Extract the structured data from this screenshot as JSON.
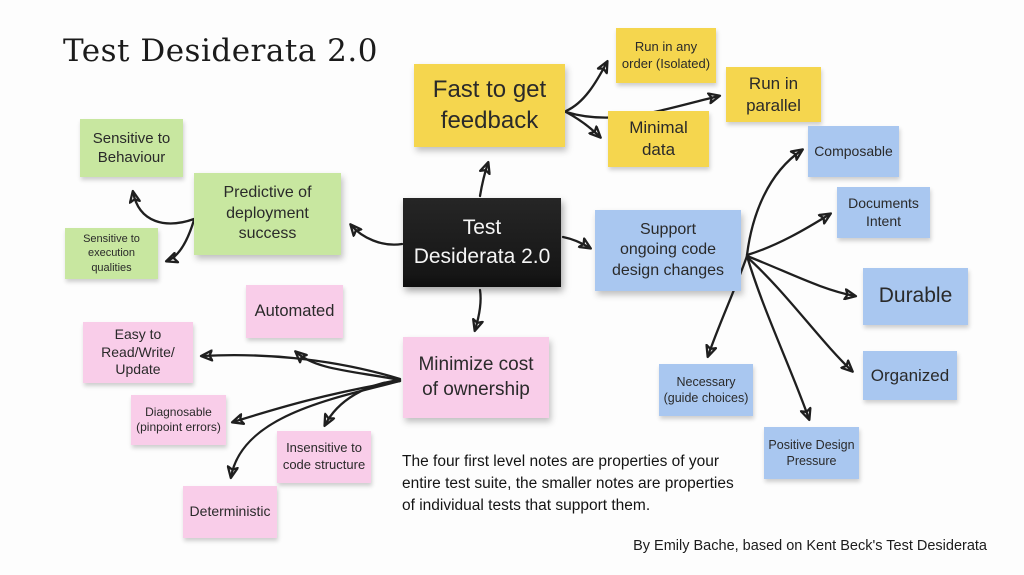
{
  "title": "Test Desiderata 2.0",
  "center_node": {
    "label": "Test\nDesiderata 2.0"
  },
  "notes": {
    "fast_feedback": {
      "label": "Fast to get\nfeedback",
      "color": "yellow"
    },
    "run_any_order": {
      "label": "Run in any\norder (Isolated)",
      "color": "yellow"
    },
    "run_parallel": {
      "label": "Run in\nparallel",
      "color": "yellow"
    },
    "minimal_data": {
      "label": "Minimal\ndata",
      "color": "yellow"
    },
    "support_changes": {
      "label": "Support\nongoing code\ndesign changes",
      "color": "blue"
    },
    "composable": {
      "label": "Composable",
      "color": "blue"
    },
    "documents_intent": {
      "label": "Documents\nIntent",
      "color": "blue"
    },
    "durable": {
      "label": "Durable",
      "color": "blue"
    },
    "organized": {
      "label": "Organized",
      "color": "blue"
    },
    "necessary": {
      "label": "Necessary\n(guide choices)",
      "color": "blue"
    },
    "positive_pressure": {
      "label": "Positive Design\nPressure",
      "color": "blue"
    },
    "sensitive_behaviour": {
      "label": "Sensitive to\nBehaviour",
      "color": "green"
    },
    "predictive": {
      "label": "Predictive of\ndeployment\nsuccess",
      "color": "green"
    },
    "sensitive_execution": {
      "label": "Sensitive to\nexecution\nqualities",
      "color": "green"
    },
    "minimize_cost": {
      "label": "Minimize cost\nof ownership",
      "color": "pink"
    },
    "automated": {
      "label": "Automated",
      "color": "pink"
    },
    "easy_read_write": {
      "label": "Easy to\nRead/Write/\nUpdate",
      "color": "pink"
    },
    "diagnosable": {
      "label": "Diagnosable\n(pinpoint errors)",
      "color": "pink"
    },
    "insensitive_structure": {
      "label": "Insensitive to\ncode structure",
      "color": "pink"
    },
    "deterministic": {
      "label": "Deterministic",
      "color": "pink"
    }
  },
  "caption": "The four first level notes are properties of your\nentire test suite, the smaller notes are properties\nof individual tests that support them.",
  "attribution": "By Emily Bache, based on Kent Beck's Test Desiderata",
  "colors": {
    "yellow_note": "#f5d64e",
    "blue_note": "#a9c7f0",
    "green_note": "#c8e7a0",
    "pink_note": "#f9cde9",
    "center_background": "#1a1a1a",
    "center_text": "#f5f5f5",
    "arrow": "#1f1f1f",
    "background": "#fdfdfd"
  }
}
